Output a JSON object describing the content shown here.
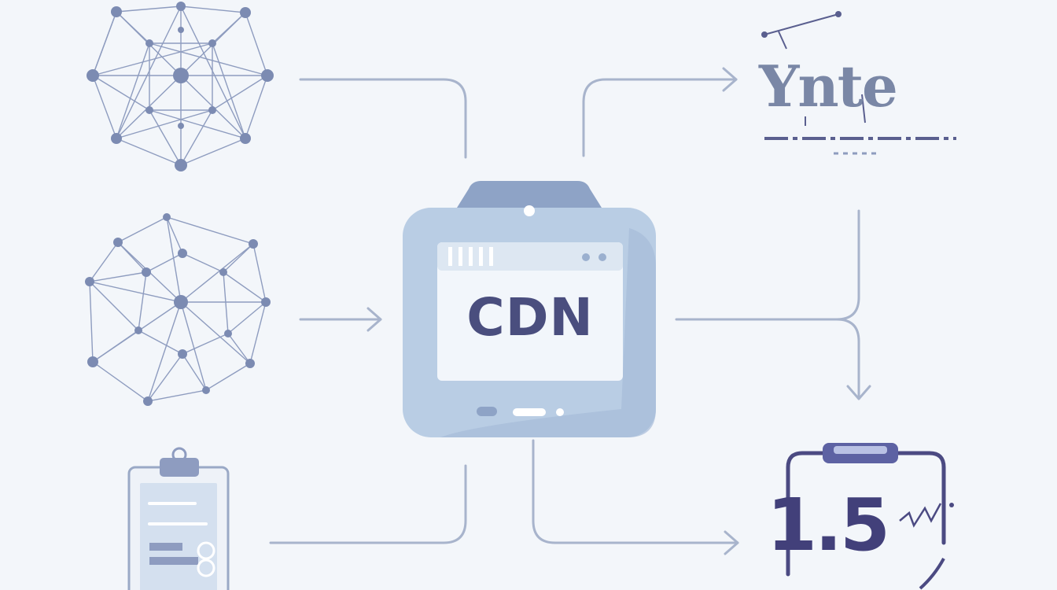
{
  "diagram": {
    "center_node": {
      "label": "CDN",
      "icon": "cdn-server-device-icon"
    },
    "sources": [
      {
        "icon": "network-mesh-icon"
      },
      {
        "icon": "network-mesh-icon"
      },
      {
        "icon": "clipboard-document-icon"
      }
    ],
    "outputs": [
      {
        "label": "Ynte",
        "icon": "logo-text-icon"
      },
      {
        "label": "1.5",
        "icon": "clipboard-version-icon"
      }
    ]
  },
  "colors": {
    "background": "#f3f6fa",
    "line": "#a8b4cc",
    "node": "#7c8bb2",
    "device_body": "#b9cde4",
    "device_dark": "#8ea3c6",
    "text_dark": "#4a4e7e"
  }
}
